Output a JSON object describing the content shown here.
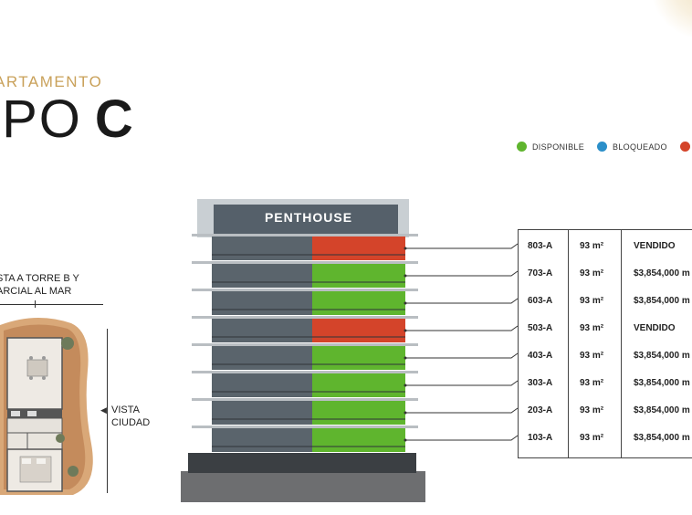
{
  "header": {
    "kicker": "ARTAMENTO",
    "title_main": "IPO",
    "title_letter": "C"
  },
  "legend": [
    {
      "label": "DISPONIBLE",
      "color": "#5fb52e"
    },
    {
      "label": "BLOQUEADO",
      "color": "#2b8fc9"
    },
    {
      "label": "",
      "color": "#d4442a"
    }
  ],
  "views": {
    "top_line1": "STA A TORRE B Y",
    "top_line2": "ARCIAL AL MAR",
    "side_line1": "VISTA",
    "side_line2": "CIUDAD",
    "side_arrow": "◀"
  },
  "building": {
    "penthouse_label": "PENTHOUSE"
  },
  "colors": {
    "available": "#5fb52e",
    "sold": "#d4442a",
    "gold": "#c9a15a"
  },
  "units": [
    {
      "unit": "803-A",
      "area": "93 m²",
      "status": "VENDIDO",
      "state": "sold"
    },
    {
      "unit": "703-A",
      "area": "93 m²",
      "status": "$3,854,000 m",
      "state": "available"
    },
    {
      "unit": "603-A",
      "area": "93 m²",
      "status": "$3,854,000 m",
      "state": "available"
    },
    {
      "unit": "503-A",
      "area": "93 m²",
      "status": "VENDIDO",
      "state": "sold"
    },
    {
      "unit": "403-A",
      "area": "93 m²",
      "status": "$3,854,000 m",
      "state": "available"
    },
    {
      "unit": "303-A",
      "area": "93 m²",
      "status": "$3,854,000 m",
      "state": "available"
    },
    {
      "unit": "203-A",
      "area": "93 m²",
      "status": "$3,854,000 m",
      "state": "available"
    },
    {
      "unit": "103-A",
      "area": "93 m²",
      "status": "$3,854,000 m",
      "state": "available"
    }
  ]
}
